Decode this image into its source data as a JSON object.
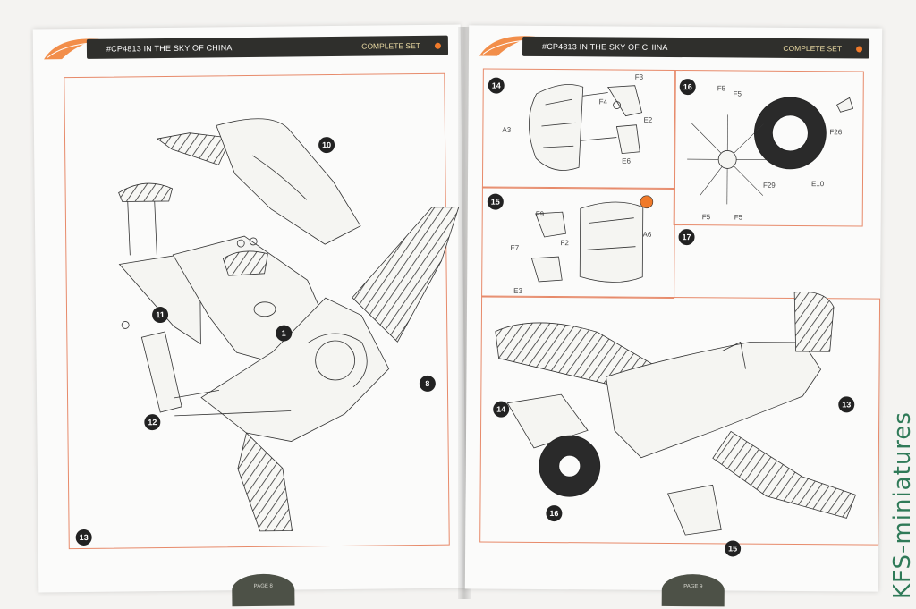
{
  "header": {
    "code": "#CP4813 IN THE SKY OF CHINA",
    "set": "COMPLETE SET"
  },
  "left_page": {
    "steps": {
      "s10": "10",
      "s11": "11",
      "s12": "12",
      "s1": "1",
      "s8": "8",
      "s13": "13"
    },
    "page_label": "PAGE 8"
  },
  "right_page": {
    "steps": {
      "s14": "14",
      "s16": "16",
      "s15": "15",
      "s17": "17",
      "s13b": "13",
      "s14b": "14",
      "s16b": "16",
      "s15b": "15"
    },
    "parts": {
      "f3": "F3",
      "f4": "F4",
      "e2": "E2",
      "a3": "A3",
      "e6": "E6",
      "f5a": "F5",
      "f5b": "F5",
      "f26": "F26",
      "f29": "F29",
      "e10": "E10",
      "f5c": "F5",
      "f5d": "F5",
      "f9": "F9",
      "e7": "E7",
      "f2": "F2",
      "a6": "A6",
      "e3": "E3"
    },
    "page_label": "PAGE 9"
  },
  "watermark": "KFS-miniatures"
}
